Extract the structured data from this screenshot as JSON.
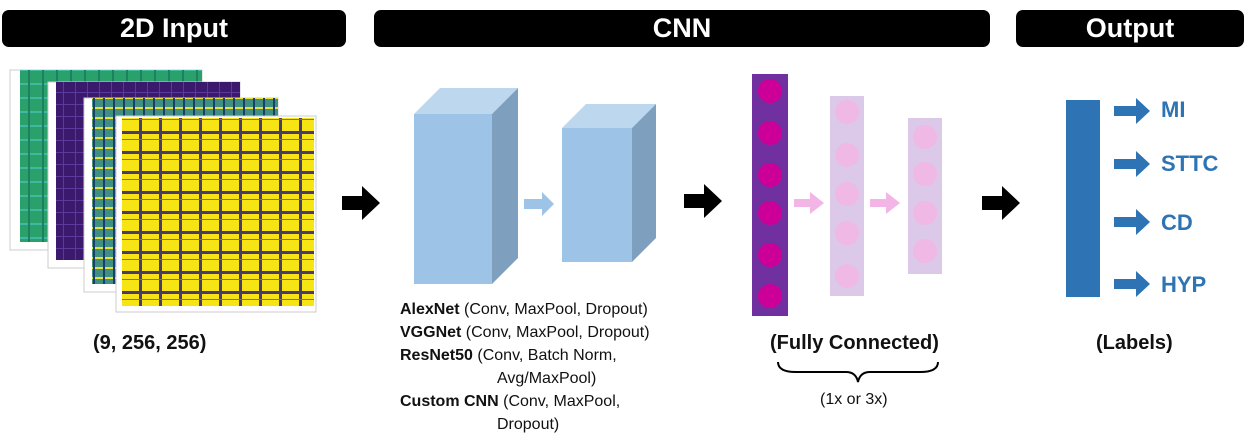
{
  "banners": {
    "input": "2D Input",
    "cnn": "CNN",
    "output": "Output"
  },
  "input_shape": "(9, 256, 256)",
  "models": [
    {
      "name": "AlexNet",
      "detail": " (Conv, MaxPool, Dropout)"
    },
    {
      "name": "VGGNet",
      "detail": " (Conv, MaxPool, Dropout)"
    },
    {
      "name": "ResNet50",
      "detail": " (Conv, Batch Norm,",
      "detail2": "Avg/MaxPool)"
    },
    {
      "name": "Custom CNN",
      "detail": " (Conv, MaxPool,",
      "detail2": "Dropout)"
    }
  ],
  "fully_connected": {
    "label": "(Fully Connected)",
    "repeat": "(1x or 3x)"
  },
  "outputs": {
    "labels": [
      "MI",
      "STTC",
      "CD",
      "HYP"
    ],
    "caption": "(Labels)"
  },
  "colors": {
    "banner": "#000000",
    "block": "#9dc3e6",
    "block_side": "#7f9fbf",
    "fc_primary": "#7030a0",
    "fc_node": "#cc0099",
    "fc_light": "#dcc8e8",
    "fc_node_light": "#f0b8e4",
    "output_bar": "#2e74b5",
    "arrow_small_pink": "#f3b4e6",
    "arrow_small_blue": "#9dc3e6",
    "heatmap_yellow": "#f6e414",
    "heatmap_purple": "#3b1a6e",
    "heatmap_green": "#2aa06a",
    "heatmap_teal": "#1f9c8c"
  },
  "icons": [
    "right-arrow-icon",
    "brace-icon"
  ]
}
